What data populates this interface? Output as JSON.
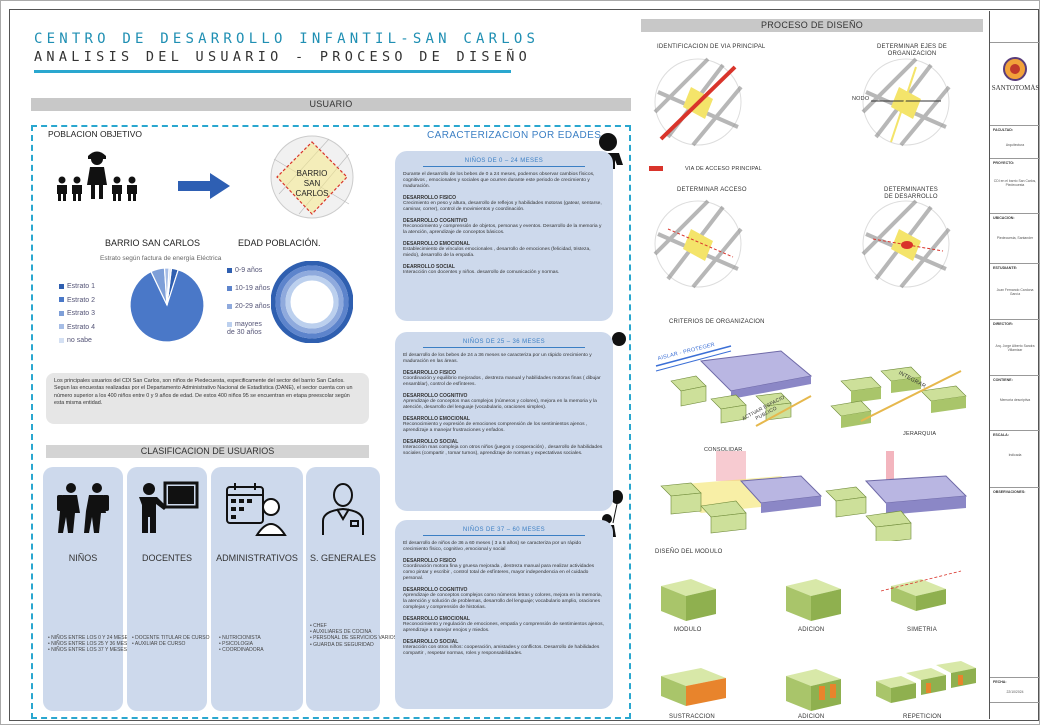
{
  "header": {
    "title": "CENTRO DE DESARROLLO INFANTIL-SAN CARLOS",
    "subtitle": "ANALISIS DEL USUARIO - PROCESO DE DISEÑO"
  },
  "usuario": {
    "band": "USUARIO",
    "poblacion": "POBLACION OBJETIVO",
    "barrio_map_label": "BARRIO SAN CARLOS",
    "barrio_title": "BARRIO SAN CARLOS",
    "estrato_caption": "Estrato según factura de energía Eléctrica",
    "edad_title": "EDAD POBLACIÓN.",
    "description": "Los principales usuarios del CDI San Carlos, son niños de Piedecuesta, especificamente del sector del barrio San Carlos. Segun las encuestas realizadas por el Departamento Administrativo Nacional de Estadística (DANE), el sector cuenta con un número superior a los 400 niños entre 0 y 9 años de edad. De estos 400 niños 95 se encuentran en etapa preescolar según esta misma entidad."
  },
  "chart_data": [
    {
      "type": "pie",
      "title": "BARRIO SAN CARLOS",
      "subtitle": "Estrato según factura de energía Eléctrica",
      "categories": [
        "Estrato 1",
        "Estrato 2",
        "Estrato 3",
        "Estrato 4",
        "no sabe"
      ],
      "values": [
        3,
        88,
        6,
        2,
        1
      ],
      "colors": [
        "#2f5fb0",
        "#4a78c8",
        "#7e9fd8",
        "#a6bde6",
        "#d4e0f3"
      ],
      "legend": "left"
    },
    {
      "type": "pie",
      "title": "EDAD POBLACIÓN.",
      "categories": [
        "0-9 años",
        "10-19 años",
        "20-29 años",
        "mayores de 30 años"
      ],
      "values": [
        25,
        25,
        25,
        25
      ],
      "colors": [
        "#2f5fb0",
        "#5d84cc",
        "#8faadd",
        "#bcd0ee"
      ],
      "legend": "left"
    }
  ],
  "clasificacion": {
    "band": "CLASIFICACION DE USUARIOS",
    "cards": [
      {
        "label": "NIÑOS",
        "icon": "hikers-icon",
        "items": [
          "NIÑOS ENTRE LOS 0 Y 24 MESES",
          "NIÑOS ENTRE LOS 25 Y 36 MESES",
          "NIÑOS ENTRE LOS 37 Y MESES"
        ]
      },
      {
        "label": "DOCENTES",
        "icon": "teacher-icon",
        "items": [
          "DOCENTE TITULAR DE CURSO",
          "AUXILIAR DE CURSO"
        ]
      },
      {
        "label": "ADMINISTRATIVOS",
        "icon": "calendar-person-icon",
        "items": [
          "NUTRICIONISTA",
          "PSICOLOGIA",
          "COORDINADORA"
        ]
      },
      {
        "label": "S. GENERALES",
        "icon": "staff-icon",
        "items": [
          "CHEF",
          "AUXILIARES DE COCINA",
          "PERSONAL DE SERVICIOS VARIOS",
          "GUARDA DE SEGURIDAD"
        ]
      }
    ]
  },
  "edades": {
    "title": "CARACTERIZACION POR EDADES",
    "groups": [
      {
        "range": "NIÑOS DE 0 – 24 MESES",
        "intro": "Durante el desarrollo de los bebes de 0 a 24 meses, podemos observar cambios físicos, cognitivos , emocionales y sociales que ocurren durante este periodo de crecimiento y maduración.",
        "sections": [
          {
            "h": "DESARROLLO FISICO",
            "p": "Crecimiento en peso y altura, desarrollo de reflejos y habilidades motoras (gatear, sentarse, caminar, correr), control de movimientos y coordinación."
          },
          {
            "h": "DESARROLLO COGNITIVO",
            "p": "Reconocimiento y comprensión de objetos, personas y eventos. Desarrollo de la memoria y la atención, aprendizaje de conceptos básicos."
          },
          {
            "h": "DESARROLLO EMOCIONAL",
            "p": "Establecimiento de vínculos emocionales , desarrollo de emociones (felicidad, tristeza, miedo), desarrollo de la empatía."
          },
          {
            "h": "DEARROLLO SOCIAL",
            "p": "Interacción con docentes y niños. desarrollo de comunicación y normas."
          }
        ]
      },
      {
        "range": "NIÑOS DE 25 – 36 MESES",
        "intro": "El desarrollo de los bebes de 24 a 36 meses se caracteriza por un rápido crecimiento y maduración en las áreas.",
        "sections": [
          {
            "h": "DESARROLLO FISICO",
            "p": "Coordinación y equilibrio mejorados , destreza manual y habilidades motoras finas ( dibujar ensamblar), control de esfínteres."
          },
          {
            "h": "DESARROLLO COGNITIVO",
            "p": "Aprendizaje de conceptos mas complejos (números y colores), mejora en la memoria y la atención, desarrollo del lenguaje (vocabulario, oraciones simples)."
          },
          {
            "h": "DESARROLLO EMOCIONAL",
            "p": "Reconocimiento y expresión de emociones comprensión de los sentimientos ajenos , aprendizaje a manejar frustraciones y enfados."
          },
          {
            "h": "DESARROLLO SOCIAL",
            "p": "Interacción mas compleja con otros niños (juegos y cooperación) , desarrollo de habilidades sociales (compartir , tomar turnos), aprendizaje de normas y expectativas sociales."
          }
        ]
      },
      {
        "range": "NIÑOS DE 37 – 60 MESES",
        "intro": "El desarrollo de niños de 36 a 60 meses ( 3 a 5 años) se caracteriza por un rápido crecimiento físico, cognitivo ,emocional y social",
        "sections": [
          {
            "h": "DESARROLLO FISICO",
            "p": "Coordinación motora fina y gruesa mejorada , destreza manual para realizar actividades como pintar y escribir , control total de esfínteres, mayor independencia en el cuidado personal."
          },
          {
            "h": "DESARROLLO COGNITIVO",
            "p": "Aprendizaje de conceptos complejos como números letras y colores, mejora en la memoria, la atención y solución de problemas, desarrollo del lenguaje; vocabulario amplio, oraciones complejas y comprensión de historias."
          },
          {
            "h": "DESARROLLO EMOCIONAL",
            "p": "Reconocimiento y regulación de emociones, empatía y comprensión de sentimientos ajenos, aprendizaje a manejar enojos y miedos."
          },
          {
            "h": "DESARROLLO SOCIAL",
            "p": "Interacción con otros niños: cooperación, amistades y conflictos. Desarrollo de habilidades compartir , respetar normas, roles y responsabilidades."
          }
        ]
      }
    ]
  },
  "proceso": {
    "band": "PROCESO DE DISEÑO",
    "identificacion": "IDENTIFICACION DE VIA PRINCIPAL",
    "ejes": "DETERMINAR EJES DE ORGANIZACION",
    "nodo": "NODO",
    "via_legend": "VIA DE ACCESO PRINCIPAL",
    "acceso": "DETERMINAR ACCESO",
    "determinantes": "DETERMINANTES DE DESARROLLO",
    "criterios": "CRITERIOS DE ORGANIZACION",
    "aislar": "AISLAR - PROTEGER",
    "activar": "ACTIVAR ESPACIO PUBLICO",
    "integrar": "INTEGRAR",
    "consolidar": "CONSOLIDAR",
    "jerarquia": "JERARQUIA",
    "diseno_modulo": "DISEÑO DEL MODULO",
    "modulo": "MODULO",
    "adicion1": "ADICION",
    "simetria": "SIMETRIA",
    "sustraccion": "SUSTRACCION",
    "adicion2": "ADICION",
    "repeticion": "REPETICION"
  },
  "title_block": {
    "logo_text": "SANTOTOMÁS",
    "facultad_cap": "FACULTAD:",
    "facultad": "Arquitectura",
    "proyecto_cap": "PROYECTO:",
    "proyecto": "CDI en el barrio San Carlos, Piedecuesta",
    "ubicacion_cap": "UBICACION:",
    "ubicacion": "Piedecuesta, Santander",
    "estudiante_cap": "ESTUDIANTE:",
    "estudiante": "Juan Fernando Cardona García",
    "director_cap": "DIRECTOR:",
    "director": "Arq. Jorge Alberto Sandra Villamizar",
    "contiene_cap": "CONTIENE:",
    "contiene": "Memoria descriptiva",
    "escala_cap": "ESCALA:",
    "escala": "Indicada",
    "observaciones_cap": "OBSERVACIONES:",
    "fecha_cap": "FECHA:",
    "fecha": "22/10/2024",
    "colors": {
      "accent": "#2aa7cf",
      "cardBlue": "#cdd9ec",
      "pieBlue": "#2f5fb0"
    }
  }
}
